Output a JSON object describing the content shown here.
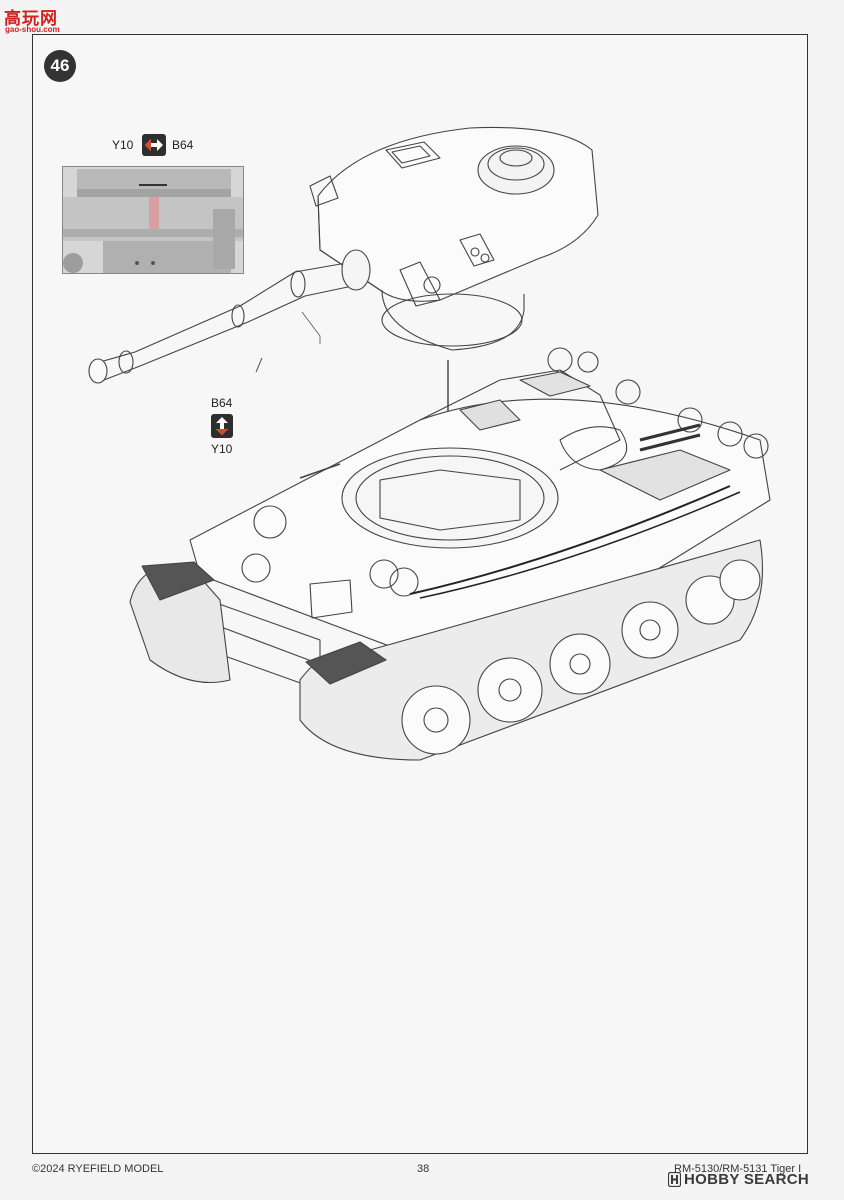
{
  "watermark": {
    "site_name": "高玩网",
    "site_url": "gao-shou.com"
  },
  "step_number": "46",
  "inset_callout": {
    "left_part": "Y10",
    "right_part": "B64"
  },
  "bottom_callout": {
    "top_part": "B64",
    "bottom_part": "Y10"
  },
  "footer": {
    "copyright": "©2024 RYEFIELD MODEL",
    "page_number": "38",
    "model_code": "RM-5130/RM-5131 Tiger I"
  },
  "corner_logo": "HOBBY SEARCH",
  "colors": {
    "badge_bg": "#333333",
    "arrow_red": "#d44a2c",
    "watermark_red": "#d21f1f",
    "line": "#444444"
  }
}
